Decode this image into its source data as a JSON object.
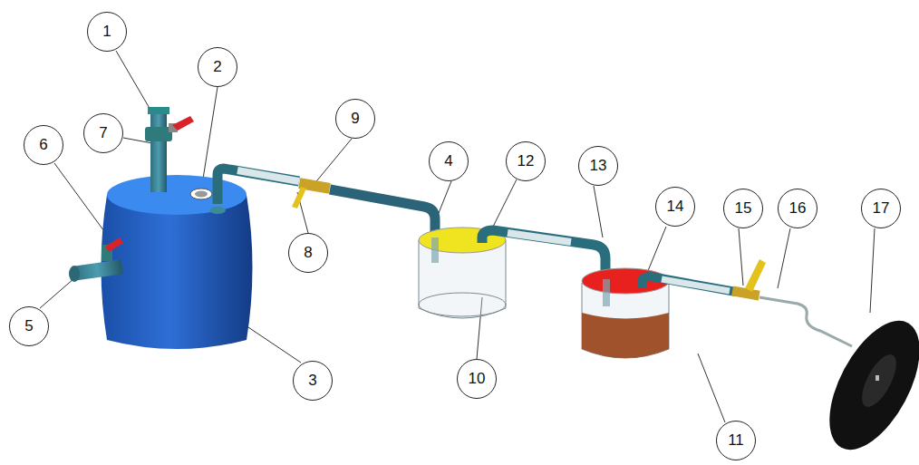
{
  "diagram": {
    "nodes": [
      {
        "text": [
          "1"
        ]
      },
      {
        "text": [
          "2"
        ]
      },
      {
        "text": [
          "6"
        ]
      },
      {
        "text": [
          "7"
        ]
      },
      {
        "text": [
          "9"
        ]
      },
      {
        "text": [
          "4"
        ]
      },
      {
        "text": [
          "12"
        ]
      },
      {
        "text": [
          "13"
        ]
      },
      {
        "text": [
          "14"
        ]
      },
      {
        "text": [
          "15"
        ]
      },
      {
        "text": [
          "16"
        ]
      },
      {
        "text": [
          "17"
        ]
      },
      {
        "text": [
          "5"
        ]
      },
      {
        "text": [
          "8"
        ]
      },
      {
        "text": [
          "3"
        ]
      },
      {
        "text": [
          "10"
        ]
      },
      {
        "text": [
          "11"
        ]
      }
    ]
  }
}
